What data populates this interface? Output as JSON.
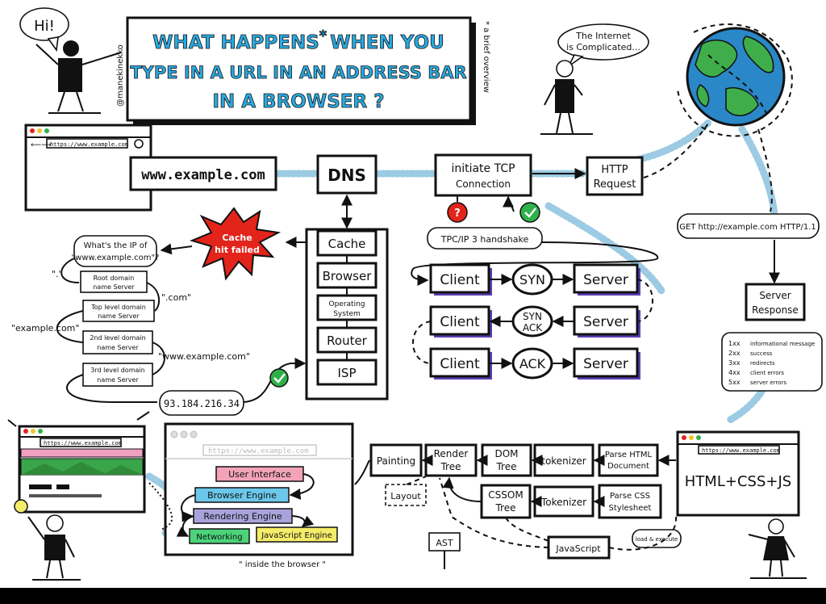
{
  "title": {
    "line1": "WHAT HAPPENS",
    "star": "*",
    "line1b": "WHEN YOU",
    "line2": "TYPE IN A URL IN AN ADDRESS BAR",
    "line3": "IN A BROWSER ?",
    "side_note": "* a brief overview",
    "author": "@manekinekko"
  },
  "characters": {
    "hi": "Hi!",
    "internet_line1": "The Internet",
    "internet_line2": "is Complicated..."
  },
  "url_bar": "https://www.example.com",
  "flow": {
    "url": "www.example.com",
    "dns": "DNS",
    "tcp_line1": "initiate TCP",
    "tcp_line2": "Connection",
    "http_line1": "HTTP",
    "http_line2": "Request",
    "get_request": "GET http://example.com HTTP/1.1",
    "server_response_line1": "Server",
    "server_response_line2": "Response"
  },
  "status_codes": [
    {
      "code": "1xx",
      "desc": "informational message"
    },
    {
      "code": "2xx",
      "desc": "success"
    },
    {
      "code": "3xx",
      "desc": "redirects"
    },
    {
      "code": "4xx",
      "desc": "client errors"
    },
    {
      "code": "5xx",
      "desc": "server errors"
    }
  ],
  "cache": {
    "failed_line1": "Cache",
    "failed_line2": "hit failed",
    "stack": [
      "Cache",
      "Browser",
      "Operating System",
      "Router",
      "ISP"
    ]
  },
  "dns_lookup": {
    "question_line1": "What's the IP of",
    "question_line2": "\"www.example.com\"?",
    "root_quote": "\".\"",
    "root": [
      "Root domain",
      "name Server"
    ],
    "tld_quote": "\".com\"",
    "tld": [
      "Top level domain",
      "name Server"
    ],
    "second_quote": "\"example.com\"",
    "second": [
      "2nd level domain",
      "name Server"
    ],
    "third_quote": "\"www.example.com\"",
    "third": [
      "3rd level domain",
      "name Server"
    ],
    "ip": "93.184.216.34"
  },
  "handshake": {
    "label": "TPC/IP 3 handshake",
    "question_mark": "?",
    "rows": [
      {
        "client": "Client",
        "signal": "SYN",
        "server": "Server"
      },
      {
        "client": "Client",
        "signal": "SYN ACK",
        "server": "Server"
      },
      {
        "client": "Client",
        "signal": "ACK",
        "server": "Server"
      }
    ]
  },
  "rendering": {
    "html_css_js": "HTML+CSS+JS",
    "parse_html_line1": "Parse HTML",
    "parse_html_line2": "Document",
    "tokenizer1": "tokenizer",
    "dom_line1": "DOM",
    "dom_line2": "Tree",
    "render_line1": "Render",
    "render_line2": "Tree",
    "painting": "Painting",
    "layout": "Layout",
    "parse_css_line1": "Parse CSS",
    "parse_css_line2": "Stylesheet",
    "tokenizer2": "Tokenizer",
    "cssom_line1": "CSSOM",
    "cssom_line2": "Tree",
    "javascript": "JavaScript",
    "load_execute": "load & execute",
    "ast": "AST"
  },
  "inside_browser": {
    "caption": "\" inside the browser \"",
    "layers": [
      "User Interface",
      "Browser Engine",
      "Rendering Engine",
      "Networking",
      "JavaScript Engine"
    ]
  },
  "colors": {
    "title_blue": "#2aa9e0",
    "cache_red": "#e3241b",
    "check_green": "#2fb14a",
    "question_red": "#e3241b",
    "globe_ocean": "#2a87c8",
    "globe_land": "#3fae4a",
    "dotted_path": "#9ccbe3",
    "ui_pink": "#f2a3b8",
    "engine_blue": "#6cc8ea",
    "rendering_purple": "#a9a3dc",
    "networking_green": "#4cd37a",
    "js_yellow": "#f4ec6a",
    "handshake_purple": "#5b3fb3",
    "bar_green": "#3aa64a",
    "bar_pink": "#f1a1c0"
  }
}
